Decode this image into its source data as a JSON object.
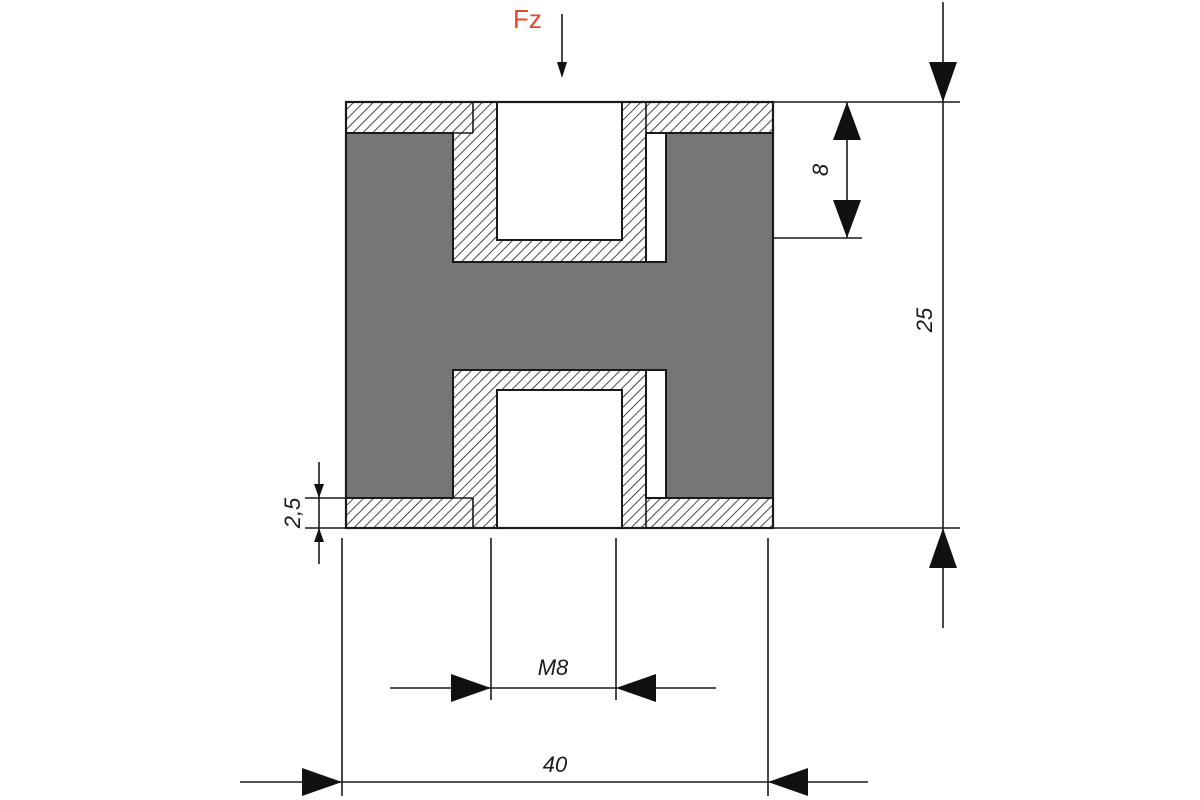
{
  "force": {
    "label": "Fz",
    "color": "#e8452c"
  },
  "dimensions": {
    "overall_height": "25",
    "insert_depth": "8",
    "plate_thickness": "2,5",
    "thread": "M8",
    "diameter": "40"
  },
  "colors": {
    "rubber": "#767676",
    "metal_hatch": "#1a1a1a",
    "lines": "#1a1a1a"
  }
}
